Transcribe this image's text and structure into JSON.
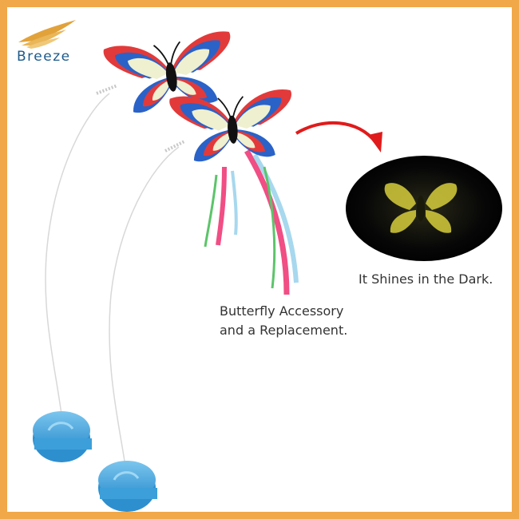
{
  "brand": {
    "name": "Breeze",
    "logo_text": "Breeze",
    "logo_color": "#1d5a8c",
    "wing_color": "#e2a23a"
  },
  "frame": {
    "border_color": "#f0a848"
  },
  "captions": {
    "accessory_line1": "Butterfly Accessory",
    "accessory_line2": "and a Replacement.",
    "glow": "It Shines in the Dark."
  },
  "colors": {
    "wing_red": "#e23a3a",
    "wing_blue": "#2a62c8",
    "wing_cream": "#eef0cf",
    "ribbon_pink": "#f04e84",
    "ribbon_green": "#5cc46a",
    "ribbon_light_blue": "#a7d8ee",
    "base_blue": "#46a9e2",
    "glow_yellow": "#d6ce3c",
    "arrow_red": "#e01b1b"
  }
}
